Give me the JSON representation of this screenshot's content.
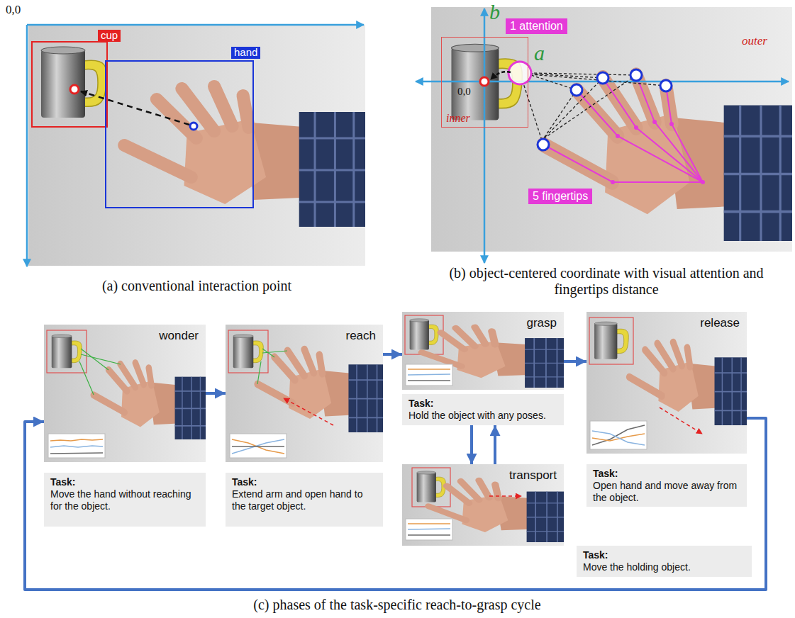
{
  "diagram": {
    "nodes": [
      {
        "text": [
          "cup"
        ]
      },
      {
        "text": [
          "hand"
        ]
      },
      {
        "text": [
          "inner"
        ]
      },
      {
        "text": [
          "1 attention"
        ]
      },
      {
        "text": [
          "5 fingertips"
        ]
      },
      {
        "text": [
          "wonder"
        ]
      },
      {
        "text": [
          "reach"
        ]
      },
      {
        "text": [
          "grasp"
        ]
      },
      {
        "text": [
          "Task:",
          "Hold the object with any poses."
        ],
        "in": 7
      },
      {
        "text": [
          "release"
        ]
      },
      {
        "text": [
          "Task:",
          "Move the hand without reaching for the object."
        ]
      },
      {
        "text": [
          "Task:",
          "Extend arm and open hand to the target object."
        ]
      },
      {
        "text": [
          "Task:",
          "Open hand and move away from the object."
        ]
      },
      {
        "text": [
          "transport"
        ]
      },
      {
        "text": [
          "Task:",
          "Move the holding object."
        ]
      }
    ],
    "edges": [
      {
        "from": 5,
        "to": 6,
        "arrow": "to"
      },
      {
        "from": 6,
        "to": 7,
        "arrow": "to"
      },
      {
        "from": 7,
        "to": 13,
        "arrow": "to"
      },
      {
        "from": 13,
        "to": 7,
        "arrow": "to"
      },
      {
        "from": 7,
        "to": 9,
        "arrow": "to"
      },
      {
        "from": 9,
        "to": 5,
        "arrow": "to"
      }
    ],
    "labels": [
      "0,0",
      "(a) conventional interaction point",
      "b",
      "a",
      "0,0",
      "outer",
      "(b) object-centered coordinate with visual attention and fingertips distance",
      "(c) phases of the task-specific reach-to-grasp cycle"
    ]
  }
}
